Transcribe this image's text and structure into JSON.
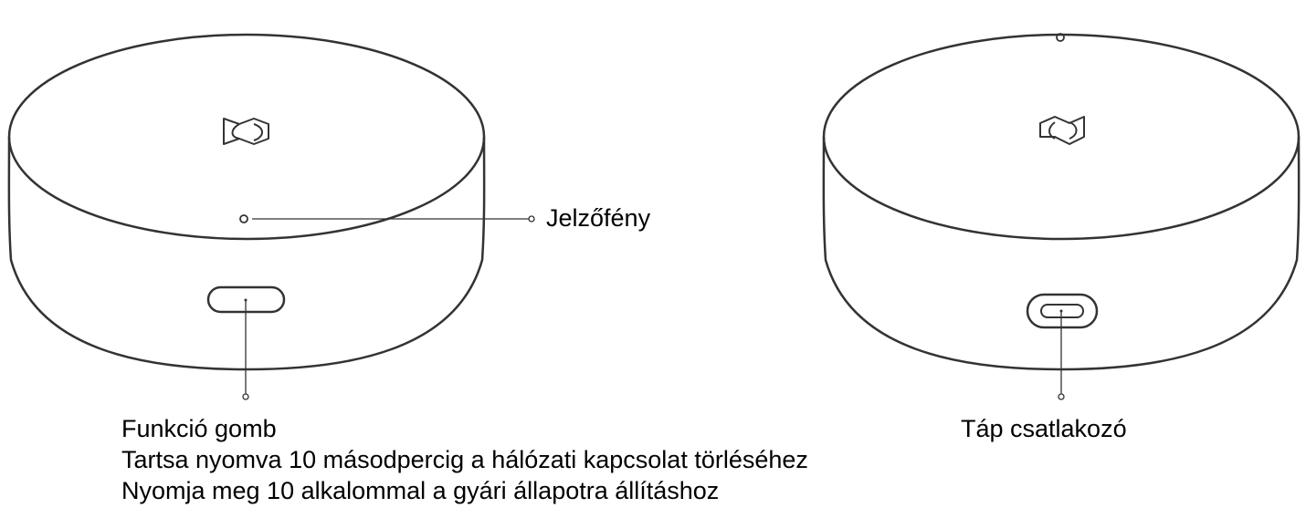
{
  "labels": {
    "indicator_light": "Jelzőfény",
    "function_button": "Funkció gomb",
    "hold_instruction": "Tartsa nyomva 10 másodpercig a hálózati kapcsolat törléséhez",
    "press_instruction": "Nyomja meg 10 alkalommal a gyári állapotra állításhoz",
    "power_connector": "Táp csatlakozó"
  },
  "colors": {
    "line": "#333333",
    "background": "#ffffff",
    "text": "#000000"
  },
  "icons": {
    "front_logo": "mi-home-logo-icon",
    "back_logo": "mi-home-logo-icon"
  }
}
